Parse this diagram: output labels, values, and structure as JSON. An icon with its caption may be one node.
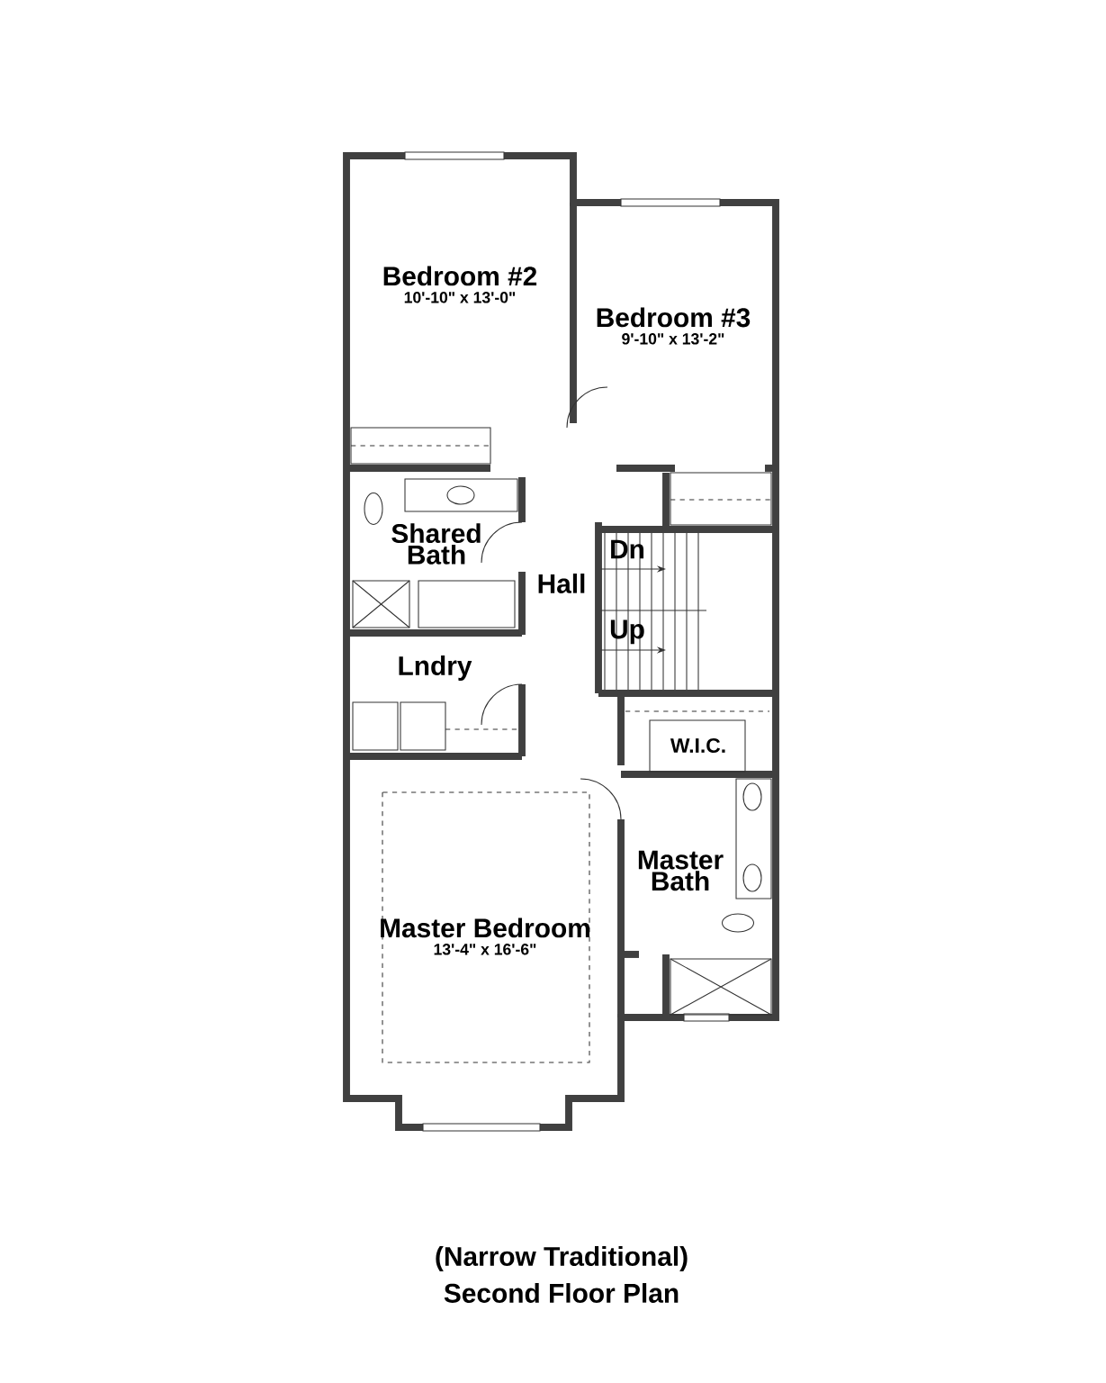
{
  "diagram": {
    "title": "(Narrow Traditional)",
    "caption": "Second Floor Plan",
    "nodes": [
      {
        "text": [
          "Bedroom #2",
          "10'-10\" x 13'-0\""
        ]
      },
      {
        "text": [
          "Bedroom #3",
          "9'-10\" x 13'-2\""
        ]
      },
      {
        "text": [
          "Shared Bath"
        ]
      },
      {
        "text": [
          "Hall"
        ]
      },
      {
        "text": [
          "Lndry"
        ]
      },
      {
        "text": [
          "W.I.C."
        ]
      },
      {
        "text": [
          "Master Bath"
        ]
      },
      {
        "text": [
          "Master Bedroom",
          "13'-4\" x 16'-6\""
        ]
      }
    ],
    "labels": [
      "Dn",
      "Up"
    ]
  }
}
